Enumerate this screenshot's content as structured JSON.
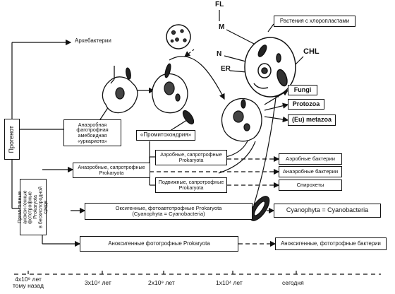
{
  "organelle_labels": {
    "fl": "FL",
    "m": "M",
    "n": "N",
    "er": "ER",
    "chl": "CHL"
  },
  "progenote": "Прогенот",
  "primitive_prokaryota": [
    "Примитивные",
    "анокси-генные",
    "фототрофные",
    "Prokaryota",
    "в бескислородной",
    "среде"
  ],
  "archaebacteria": "Архебактерии",
  "urkaryote": [
    "Анаэробная",
    "фаготрофная",
    "амебоидная",
    "«уркариота»"
  ],
  "promitochondria": "«Промитохондрия»",
  "anaerobic_saprotrophic": [
    "Анаэробные, сапротрофные",
    "Prokaryota"
  ],
  "aerobic_saprotrophic": [
    "Аэробные, сапротрофные",
    "Prokaryota"
  ],
  "motile_saprotrophic": [
    "Подвижные, сапротрофные",
    "Prokaryota"
  ],
  "oxygenic": [
    "Оксигенные, фотоавтотрофные Prokaryota",
    "(Cyanophyta = Cyanobacteria)"
  ],
  "anoxygenic": "Аноксигенные фототрофные Prokaryota",
  "plants": "Растения с хлоропластами",
  "fungi": "Fungi",
  "protozoa": "Protozoa",
  "metazoa": "(Eu) metazoa",
  "outcomes": {
    "aerobic_bacteria": "Аэробные бактерии",
    "anaerobic_bacteria": "Анаэробные бактерии",
    "spirochetes": "Спирохеты",
    "cyanophyta": "Cyanophyta = Cyanobacteria",
    "anoxygenic_bacteria": "Аноксигенные, фототрофные бактерии"
  },
  "timeline": [
    {
      "line1": "4x10⁹ лет",
      "line2": "тому назад"
    },
    {
      "line1": "3x10⁴ лет",
      "line2": ""
    },
    {
      "line1": "2x10⁹ лет",
      "line2": ""
    },
    {
      "line1": "1x10⁴ лет",
      "line2": ""
    },
    {
      "line1": "сегодня",
      "line2": ""
    }
  ]
}
